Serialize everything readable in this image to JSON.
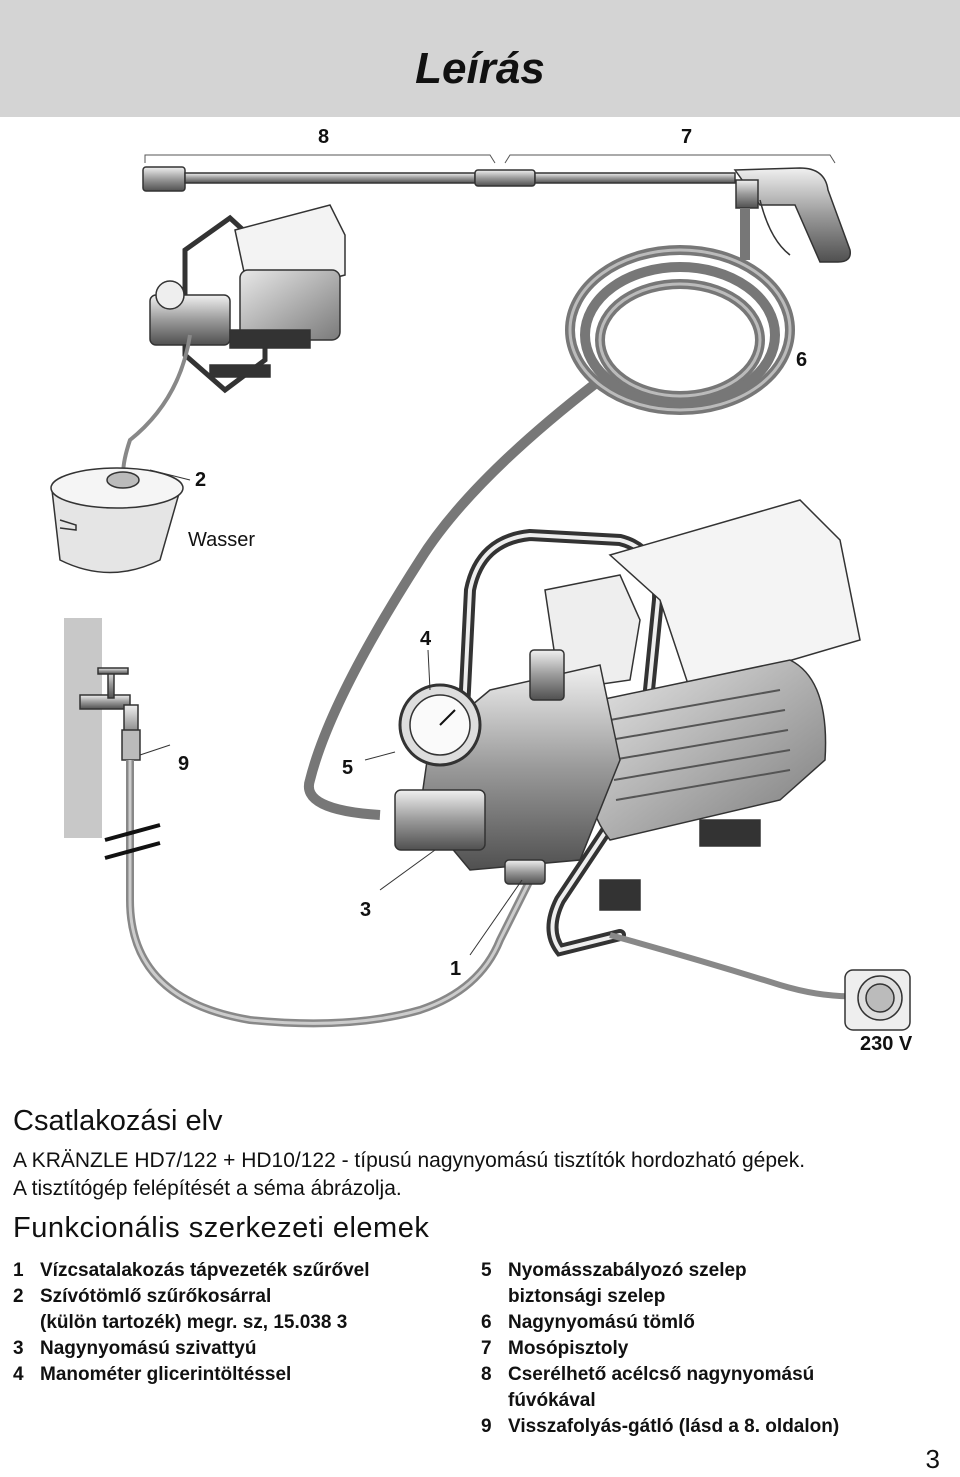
{
  "header": {
    "title": "Leírás"
  },
  "figure": {
    "callouts": {
      "c8": "8",
      "c7": "7",
      "c6": "6",
      "c2": "2",
      "c4": "4",
      "c9": "9",
      "c5": "5",
      "c3": "3",
      "c1": "1"
    },
    "wasser": "Wasser",
    "voltage": "230 V"
  },
  "connection": {
    "title": "Csatlakozási elv",
    "line1": "A KRÄNZLE HD7/122 + HD10/122 - típusú nagynyomású tisztítók hordozható gépek.",
    "line2": "A tisztítógép felépítését a séma ábrázolja."
  },
  "elements": {
    "title": "Funkcionális szerkezeti elemek",
    "left": [
      {
        "num": "1",
        "text": "Vízcsatalakozás tápvezeték szűrővel"
      },
      {
        "num": "2",
        "text": "Szívótömlő szűrőkosárral"
      },
      {
        "num": "",
        "text": "(külön tartozék) megr. sz, 15.038 3"
      },
      {
        "num": "3",
        "text": "Nagynyomású szivattyú"
      },
      {
        "num": "4",
        "text": "Manométer glicerintöltéssel"
      }
    ],
    "right": [
      {
        "num": "5",
        "text": "Nyomásszabályozó szelep"
      },
      {
        "num": "",
        "text": "biztonsági szelep"
      },
      {
        "num": "6",
        "text": "Nagynyomású tömlő"
      },
      {
        "num": "7",
        "text": "Mosópisztoly"
      },
      {
        "num": "8",
        "text": "Cserélhető acélcső nagynyomású"
      },
      {
        "num": "",
        "text": "fúvókával"
      },
      {
        "num": "9",
        "text": "Visszafolyás-gátló (lásd a 8. oldalon)"
      }
    ]
  },
  "page_number": "3"
}
